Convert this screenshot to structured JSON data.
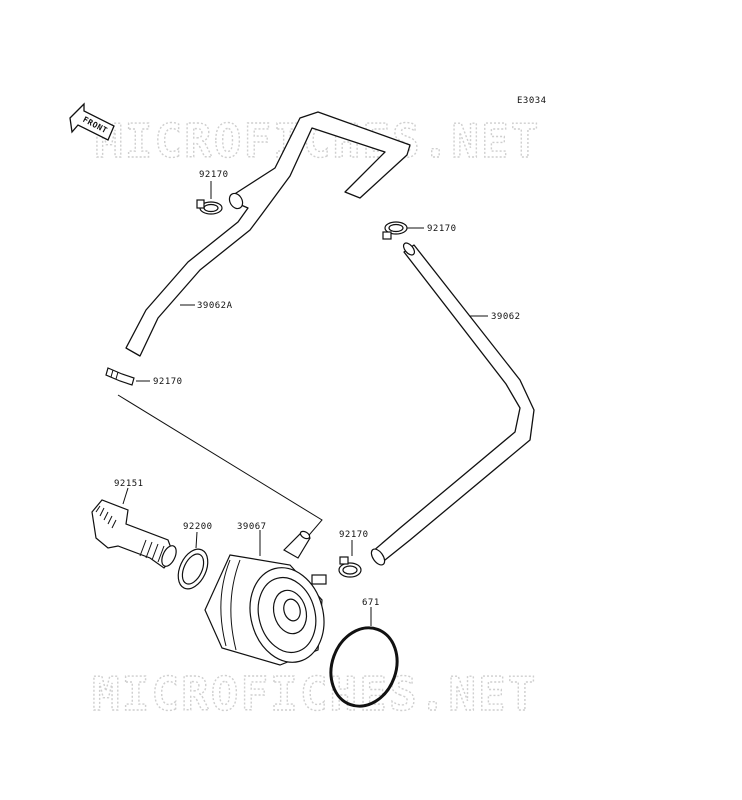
{
  "diagram_code": "E3034",
  "front_label": "FRONT",
  "watermark": "MICROFICHES.NET",
  "parts": {
    "clamp_upper_left": "92170",
    "clamp_upper_right": "92170",
    "hose_left": "39062A",
    "hose_right": "39062",
    "clamp_small": "92170",
    "fitting": "92151",
    "gasket": "92200",
    "oil_cooler": "39067",
    "clamp_lower": "92170",
    "o_ring": "671"
  }
}
